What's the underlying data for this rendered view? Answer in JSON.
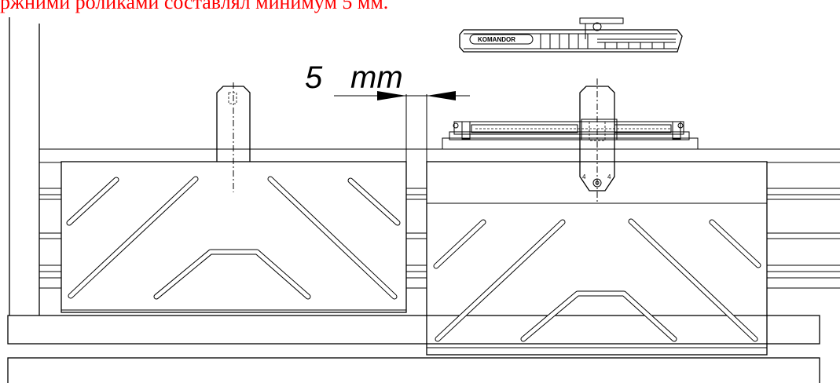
{
  "caption": {
    "text": "ржними роликами составлял минимум 5 мм.",
    "color": "#ff0000"
  },
  "dimension": {
    "value": "5",
    "unit": "mm"
  },
  "brand_label": "KOMANDOR",
  "hardware_marks": {
    "left": "4",
    "right": "4"
  }
}
